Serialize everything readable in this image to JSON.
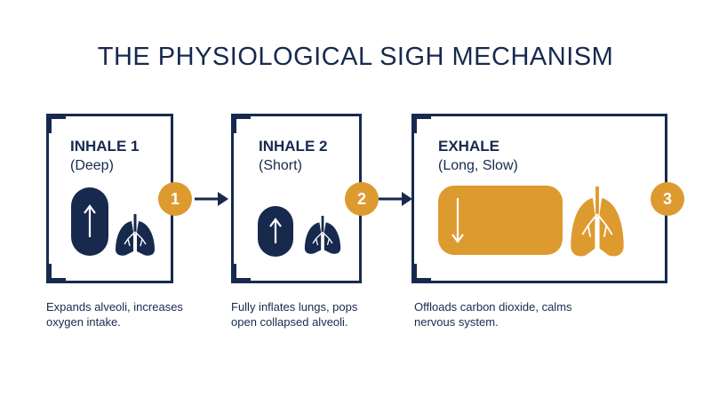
{
  "title": "THE PHYSIOLOGICAL SIGH MECHANISM",
  "colors": {
    "navy": "#172a4e",
    "gold": "#dd9a2e",
    "background": "#ffffff"
  },
  "steps": [
    {
      "number": "1",
      "heading": "INHALE 1",
      "sub": "(Deep)",
      "description": "Expands alveoli, increases oxygen intake.",
      "icons": [
        "arrow-up-icon",
        "lungs-icon"
      ]
    },
    {
      "number": "2",
      "heading": "INHALE 2",
      "sub": "(Short)",
      "description": "Fully inflates lungs, pops open collapsed alveoli.",
      "icons": [
        "arrow-up-icon",
        "lungs-icon"
      ]
    },
    {
      "number": "3",
      "heading": "EXHALE",
      "sub": "(Long, Slow)",
      "description": "Offloads carbon dioxide, calms nervous system.",
      "icons": [
        "arrow-down-icon",
        "lungs-icon"
      ]
    }
  ],
  "connectors": [
    "arrow-right-icon",
    "arrow-right-icon"
  ]
}
